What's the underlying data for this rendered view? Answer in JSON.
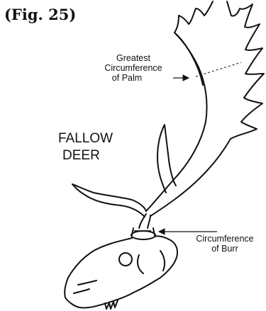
{
  "figure": {
    "label": "(Fig. 25)"
  },
  "title": {
    "line1": "FALLOW",
    "line2": "DEER"
  },
  "callouts": {
    "palm": {
      "line1": "Greatest",
      "line2": "Circumference",
      "line3": "of Palm"
    },
    "burr": {
      "line1": "Circumference",
      "line2": "of Burr"
    }
  },
  "colors": {
    "ink": "#111111",
    "background": "#ffffff"
  }
}
